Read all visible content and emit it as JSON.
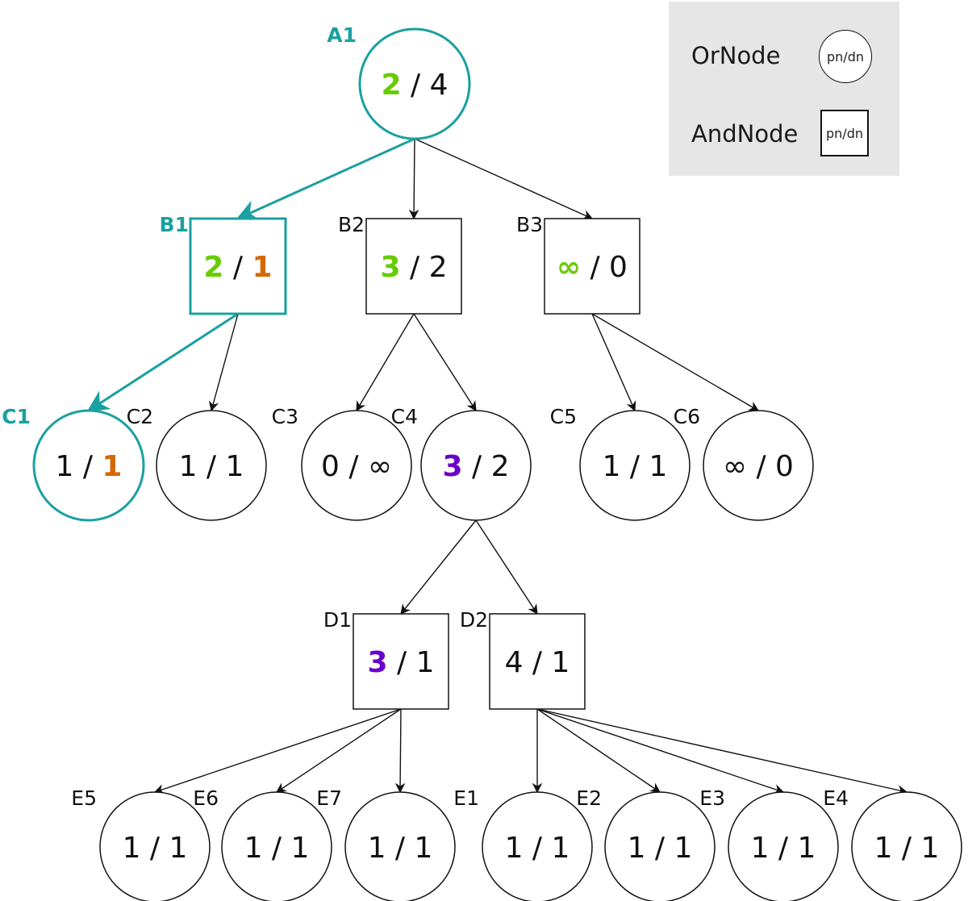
{
  "colors": {
    "highlight": "#1aa0a0",
    "proof_green": "#66cc00",
    "disproof_orange": "#d46a00",
    "purple": "#6a00cc",
    "default": "#111111"
  },
  "legend": {
    "or_label": "OrNode",
    "or_shape_text": "pn/dn",
    "and_label": "AndNode",
    "and_shape_text": "pn/dn"
  },
  "nodes": [
    {
      "id": "A1",
      "type": "or",
      "pn": "2",
      "dn": "4",
      "highlight": true,
      "pn_color": "proof_green",
      "dn_color": "default"
    },
    {
      "id": "B1",
      "type": "and",
      "pn": "2",
      "dn": "1",
      "highlight": true,
      "pn_color": "proof_green",
      "dn_color": "disproof_orange"
    },
    {
      "id": "B2",
      "type": "and",
      "pn": "3",
      "dn": "2",
      "highlight": false,
      "pn_color": "proof_green",
      "dn_color": "default"
    },
    {
      "id": "B3",
      "type": "and",
      "pn": "∞",
      "dn": "0",
      "highlight": false,
      "pn_color": "proof_green",
      "dn_color": "default"
    },
    {
      "id": "C1",
      "type": "or",
      "pn": "1",
      "dn": "1",
      "highlight": true,
      "pn_color": "default",
      "dn_color": "disproof_orange"
    },
    {
      "id": "C2",
      "type": "or",
      "pn": "1",
      "dn": "1",
      "highlight": false,
      "pn_color": "default",
      "dn_color": "default"
    },
    {
      "id": "C3",
      "type": "or",
      "pn": "0",
      "dn": "∞",
      "highlight": false,
      "pn_color": "default",
      "dn_color": "default"
    },
    {
      "id": "C4",
      "type": "or",
      "pn": "3",
      "dn": "2",
      "highlight": false,
      "pn_color": "purple",
      "dn_color": "default"
    },
    {
      "id": "C5",
      "type": "or",
      "pn": "1",
      "dn": "1",
      "highlight": false,
      "pn_color": "default",
      "dn_color": "default"
    },
    {
      "id": "C6",
      "type": "or",
      "pn": "∞",
      "dn": "0",
      "highlight": false,
      "pn_color": "default",
      "dn_color": "default"
    },
    {
      "id": "D1",
      "type": "and",
      "pn": "3",
      "dn": "1",
      "highlight": false,
      "pn_color": "purple",
      "dn_color": "default"
    },
    {
      "id": "D2",
      "type": "and",
      "pn": "4",
      "dn": "1",
      "highlight": false,
      "pn_color": "default",
      "dn_color": "default"
    },
    {
      "id": "E5",
      "type": "or",
      "pn": "1",
      "dn": "1",
      "highlight": false,
      "pn_color": "default",
      "dn_color": "default"
    },
    {
      "id": "E6",
      "type": "or",
      "pn": "1",
      "dn": "1",
      "highlight": false,
      "pn_color": "default",
      "dn_color": "default"
    },
    {
      "id": "E7",
      "type": "or",
      "pn": "1",
      "dn": "1",
      "highlight": false,
      "pn_color": "default",
      "dn_color": "default"
    },
    {
      "id": "E1",
      "type": "or",
      "pn": "1",
      "dn": "1",
      "highlight": false,
      "pn_color": "default",
      "dn_color": "default"
    },
    {
      "id": "E2",
      "type": "or",
      "pn": "1",
      "dn": "1",
      "highlight": false,
      "pn_color": "default",
      "dn_color": "default"
    },
    {
      "id": "E3",
      "type": "or",
      "pn": "1",
      "dn": "1",
      "highlight": false,
      "pn_color": "default",
      "dn_color": "default"
    },
    {
      "id": "E4",
      "type": "or",
      "pn": "1",
      "dn": "1",
      "highlight": false,
      "pn_color": "default",
      "dn_color": "default"
    }
  ],
  "edges": [
    {
      "from": "A1",
      "to": "B1",
      "highlight": true
    },
    {
      "from": "A1",
      "to": "B2",
      "highlight": false
    },
    {
      "from": "A1",
      "to": "B3",
      "highlight": false
    },
    {
      "from": "B1",
      "to": "C1",
      "highlight": true
    },
    {
      "from": "B1",
      "to": "C2",
      "highlight": false
    },
    {
      "from": "B2",
      "to": "C3",
      "highlight": false
    },
    {
      "from": "B2",
      "to": "C4",
      "highlight": false
    },
    {
      "from": "B3",
      "to": "C5",
      "highlight": false
    },
    {
      "from": "B3",
      "to": "C6",
      "highlight": false
    },
    {
      "from": "C4",
      "to": "D1",
      "highlight": false
    },
    {
      "from": "C4",
      "to": "D2",
      "highlight": false
    },
    {
      "from": "D1",
      "to": "E5",
      "highlight": false
    },
    {
      "from": "D1",
      "to": "E6",
      "highlight": false
    },
    {
      "from": "D1",
      "to": "E7",
      "highlight": false
    },
    {
      "from": "D2",
      "to": "E1",
      "highlight": false
    },
    {
      "from": "D2",
      "to": "E2",
      "highlight": false
    },
    {
      "from": "D2",
      "to": "E3",
      "highlight": false
    },
    {
      "from": "D2",
      "to": "E4",
      "highlight": false
    }
  ]
}
